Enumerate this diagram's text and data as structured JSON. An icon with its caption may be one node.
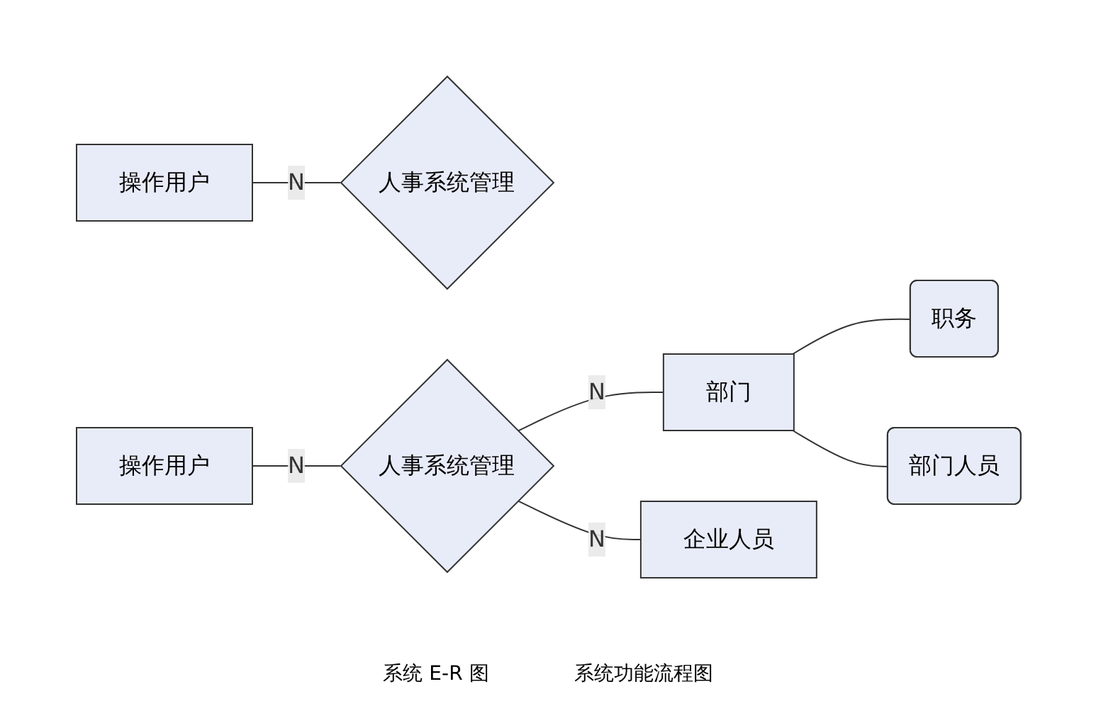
{
  "diagram": {
    "nodes": [
      {
        "text": [
          "操作用户"
        ]
      },
      {
        "text": [
          "人事系统管理"
        ]
      },
      {
        "text": [
          "操作用户"
        ]
      },
      {
        "text": [
          "人事系统管理"
        ]
      },
      {
        "text": [
          "部门"
        ]
      },
      {
        "text": [
          "职务"
        ]
      },
      {
        "text": [
          "部门人员"
        ]
      },
      {
        "text": [
          "企业人员"
        ]
      }
    ],
    "edges": [
      {
        "from": 0,
        "to": 1,
        "arrow": "none",
        "label": "N"
      },
      {
        "from": 2,
        "to": 3,
        "arrow": "none",
        "label": "N"
      },
      {
        "from": 3,
        "to": 4,
        "arrow": "none",
        "label": "N"
      },
      {
        "from": 3,
        "to": 7,
        "arrow": "none",
        "label": "N"
      },
      {
        "from": 4,
        "to": 5,
        "arrow": "none"
      },
      {
        "from": 4,
        "to": 6,
        "arrow": "none"
      }
    ],
    "labels": [
      "系统 E-R 图",
      "系统功能流程图"
    ]
  }
}
